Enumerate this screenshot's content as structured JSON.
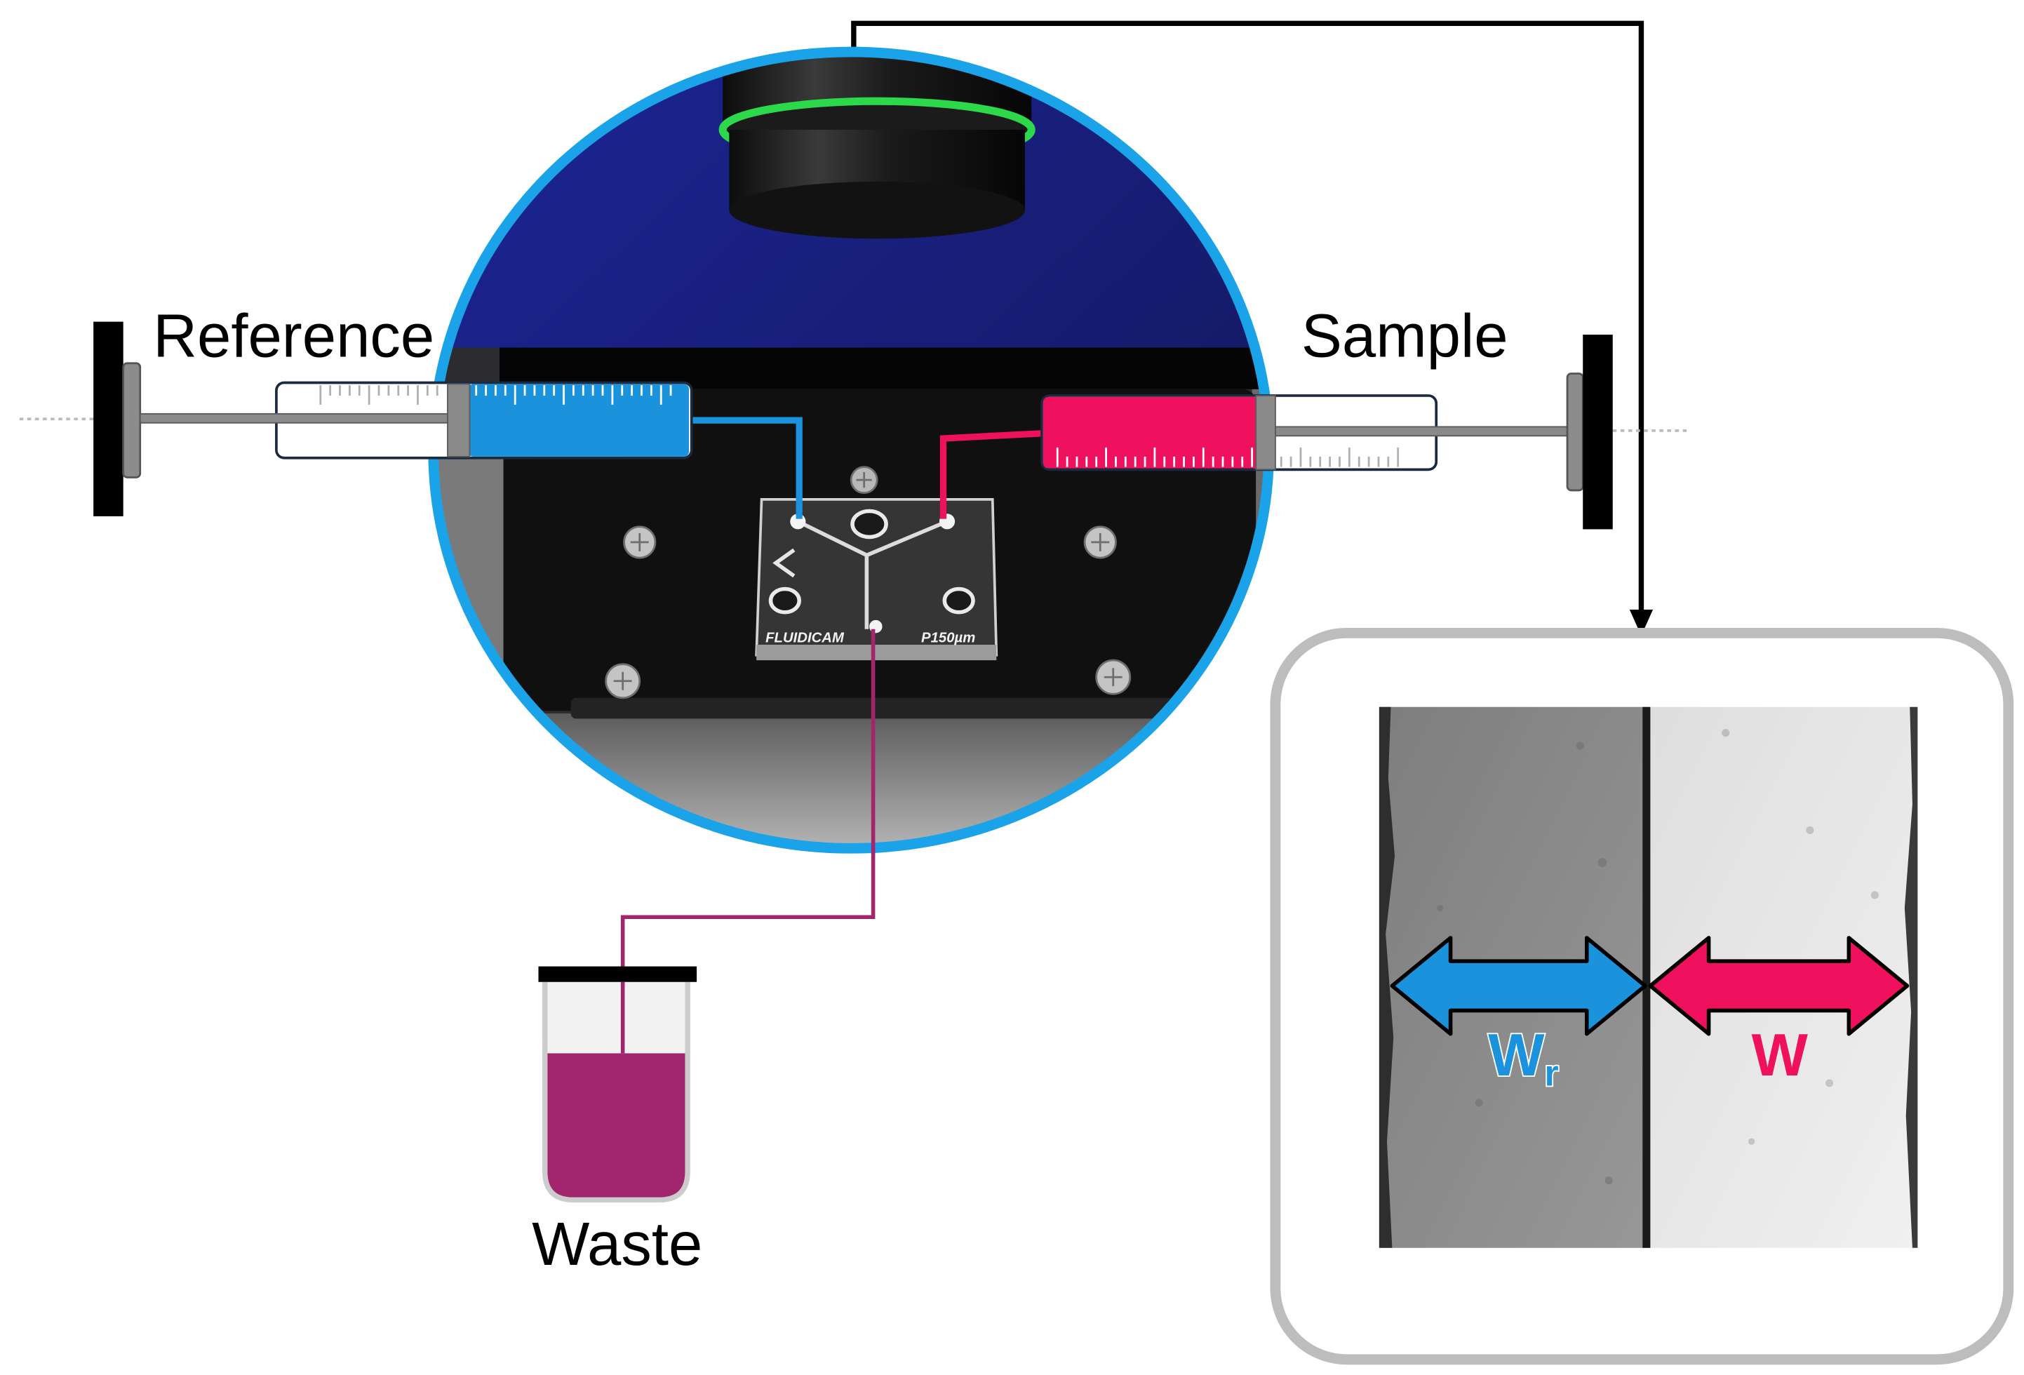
{
  "labels": {
    "reference": "Reference",
    "sample": "Sample",
    "waste": "Waste"
  },
  "chip": {
    "brand": "FLUIDICAM",
    "channel": "P150µm"
  },
  "measurement": {
    "reference_width": "W",
    "reference_subscript": "r",
    "sample_width": "W"
  },
  "colors": {
    "reference": "#1a93dc",
    "sample": "#f0115e",
    "waste": "#a2266e",
    "photo_frame": "#1aa3e8",
    "lens_ring": "#2bd94a",
    "result_frame": "#bdbdbd"
  }
}
